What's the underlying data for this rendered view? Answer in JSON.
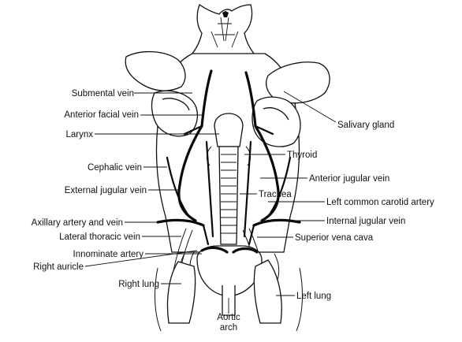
{
  "labels": {
    "submental_vein": "Submental vein",
    "anterior_facial_vein": "Anterior facial vein",
    "larynx": "Larynx",
    "cephalic_vein": "Cephalic vein",
    "external_jugular_vein": "External jugular vein",
    "axillary_artery_and_vein": "Axillary artery and vein",
    "lateral_thoracic_vein": "Lateral thoracic vein",
    "innominate_artery": "Innominate artery",
    "right_auricle": "Right auricle",
    "right_lung": "Right lung",
    "aortic_arch_line1": "Aortic",
    "aortic_arch_line2": "arch",
    "salivary_gland": "Salivary gland",
    "thyroid": "Thyroid",
    "anterior_jugular_vein": "Anterior jugular vein",
    "trachea": "Trachea",
    "left_common_carotid_artery": "Left common carotid artery",
    "internal_jugular_vein": "Internal jugular vein",
    "superior_vena_cava": "Superior vena cava",
    "left_lung": "Left lung"
  }
}
